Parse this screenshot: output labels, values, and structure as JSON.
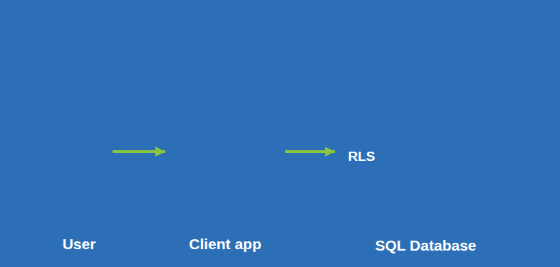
{
  "diagram": {
    "nodes": [
      {
        "text": [
          "User"
        ]
      },
      {
        "text": [
          "Client app"
        ]
      },
      {
        "text": [
          "SQL Database"
        ]
      },
      {
        "text": [
          "RLS"
        ],
        "in": 2
      }
    ],
    "edges": [
      {
        "from": 0,
        "to": 1,
        "arrow": "to"
      },
      {
        "from": 1,
        "to": 3,
        "arrow": "to"
      }
    ]
  }
}
